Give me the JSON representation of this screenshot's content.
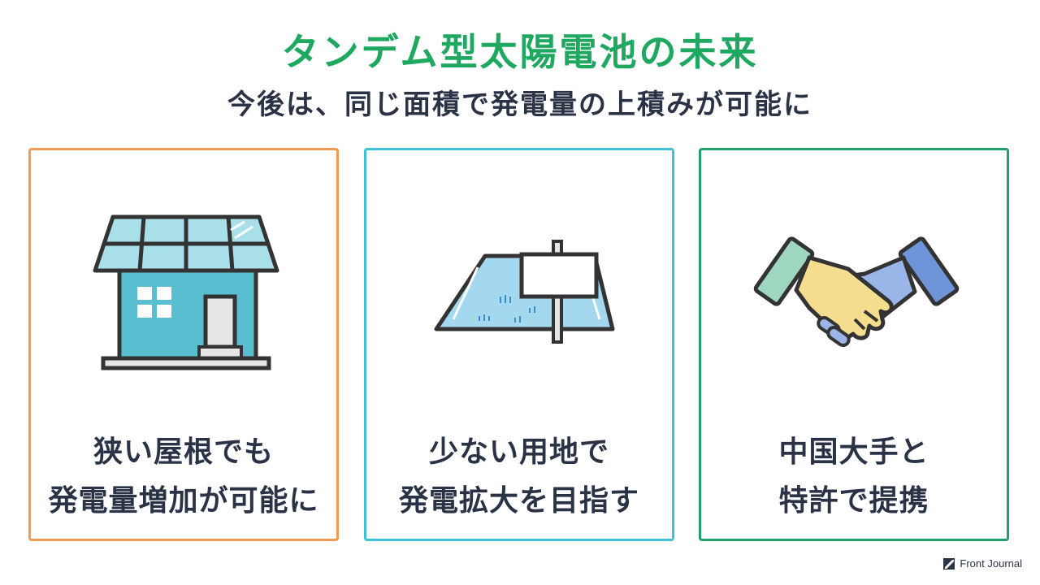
{
  "title": "タンデム型太陽電池の未来",
  "subtitle": "今後は、同じ面積で発電量の上積みが可能に",
  "cards": [
    {
      "icon": "house-with-solar-panels-icon",
      "line1": "狭い屋根でも",
      "line2": "発電量増加が可能に",
      "border_color": "#f19a52"
    },
    {
      "icon": "land-plot-with-sign-icon",
      "line1": "少ない用地で",
      "line2": "発電拡大を目指す",
      "border_color": "#3ec2dc"
    },
    {
      "icon": "handshake-icon",
      "line1": "中国大手と",
      "line2": "特許で提携",
      "border_color": "#20a06a"
    }
  ],
  "brand": {
    "name": "Front Journal",
    "icon": "front-journal-logo-icon"
  },
  "colors": {
    "title": "#1fa860",
    "text": "#2a3346"
  }
}
